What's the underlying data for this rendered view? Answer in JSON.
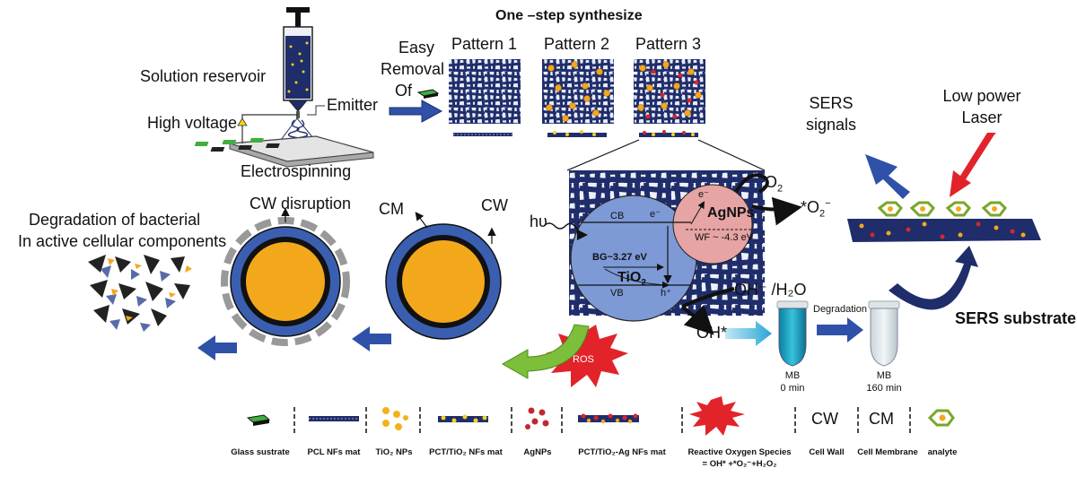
{
  "title": "One –step synthesize",
  "electrospinning": {
    "reservoir": "Solution reservoir",
    "emitter": "Emitter",
    "voltage": "High voltage",
    "process": "Electrospinning"
  },
  "removal": {
    "line1": "Easy",
    "line2": "Removal",
    "line3": "Of"
  },
  "patterns": [
    "Pattern 1",
    "Pattern 2",
    "Pattern 3"
  ],
  "sers": {
    "signals_1": "SERS",
    "signals_2": "signals",
    "laser_1": "Low power",
    "laser_2": "Laser",
    "substrate": "SERS substrate"
  },
  "mechanism": {
    "o2": "O",
    "o2_sub": "2",
    "superoxide": "*O",
    "superoxide_sub": "2",
    "superoxide_sup": "−",
    "agnps": "AgNPs",
    "wf": "WF ~ -4.3 eV",
    "cb": "CB",
    "vb": "VB",
    "e_minus": "e⁻",
    "h_plus": "h⁺",
    "bg": "BG~3.27 eV",
    "tio2": "TiO",
    "tio2_sub": "2",
    "hv": "hυ",
    "oh_h2o": "OH⁻ /H₂O",
    "oh_radical": "OH*",
    "ros": "ROS"
  },
  "degradation": {
    "label": "Degradation",
    "mb1_a": "MB",
    "mb1_b": "0 min",
    "mb2_a": "MB",
    "mb2_b": "160 min"
  },
  "cells": {
    "cw_disruption": "CW disruption",
    "cm": "CM",
    "cw": "CW",
    "bact_1": "Degradation of bacterial",
    "bact_2": "In active cellular components"
  },
  "legend": {
    "glass": "Glass sustrate",
    "pcl": "PCL NFs mat",
    "tio2_nps": "TiO₂ NPs",
    "pct_tio2": "PCT/TiO₂ NFs mat",
    "agnps": "AgNPs",
    "pct_tio2_ag": "PCT/TiO₂-Ag NFs mat",
    "ros_1": "Reactive Oxygen Species",
    "ros_2": "= OH* +*O₂⁻+H₂O₂",
    "cw_symbol": "CW",
    "cw_name": "Cell Wall",
    "cm_symbol": "CM",
    "cm_name": "Cell Membrane",
    "analyte": "analyte"
  },
  "colors": {
    "navy": "#1f2d6b",
    "blue_arrow": "#2f52a8",
    "orange": "#f3a81c",
    "cell_blue": "#3b5fb0",
    "tio2_circle": "#7d9ad6",
    "ag_circle": "#e6a4a4",
    "red": "#e2232a",
    "green": "#7dbf3a",
    "hex_green": "#8dbf2f"
  }
}
